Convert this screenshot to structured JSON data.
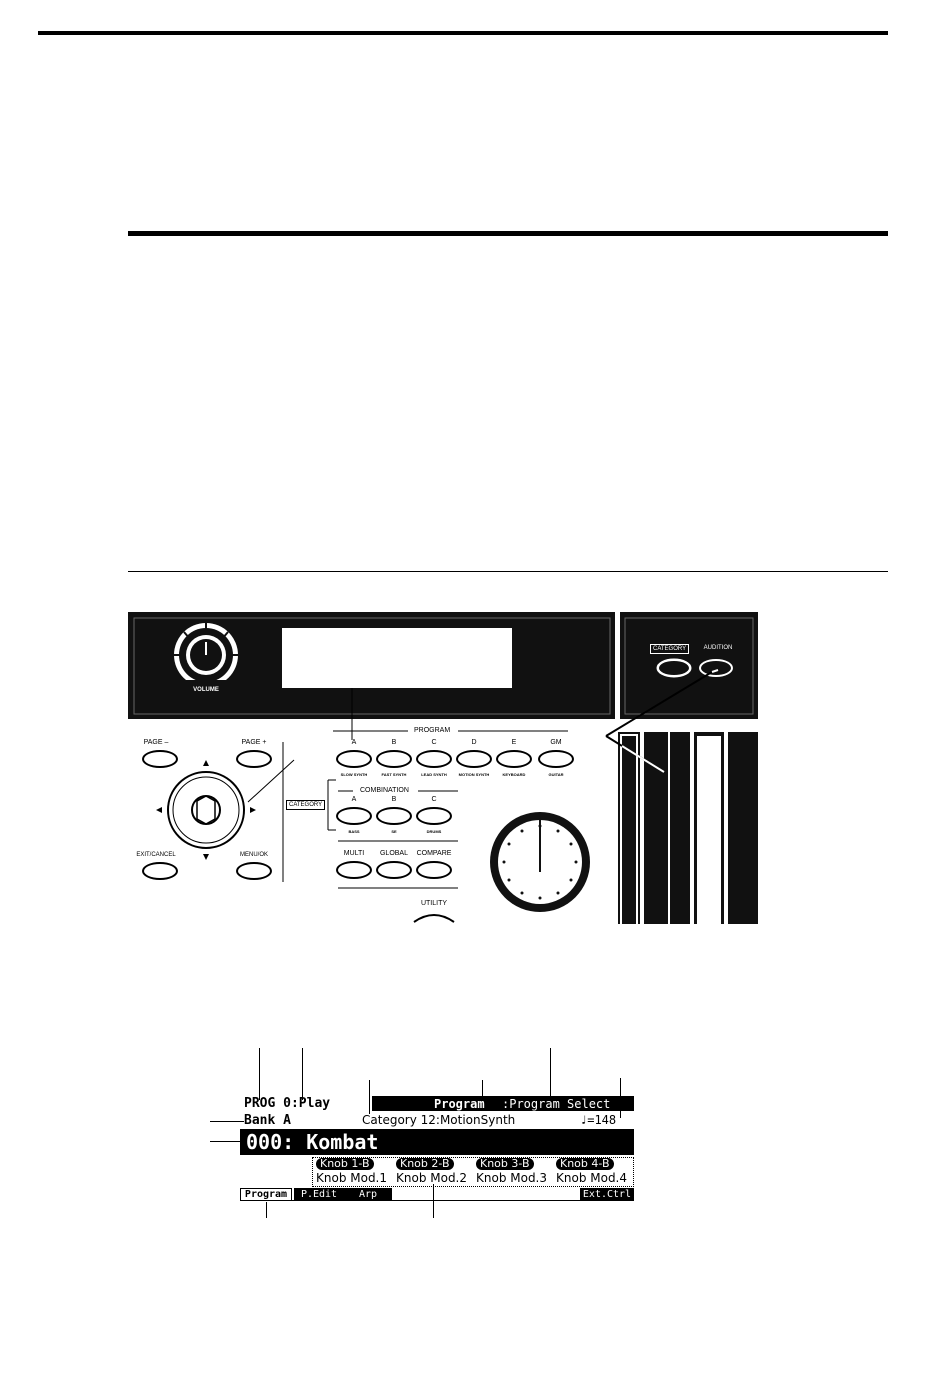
{
  "panel": {
    "volume_label": "VOLUME",
    "category_label": "CATEGORY",
    "audition_label": "AUDITION",
    "program_header": "PROGRAM",
    "combination_header": "COMBINATION",
    "category_side_label": "CATEGORY",
    "page_minus": "PAGE –",
    "page_plus": "PAGE +",
    "exit_cancel": "EXIT/CANCEL",
    "menu_ok": "MENU/OK",
    "program_buttons": [
      {
        "label": "A",
        "sub": "SLOW SYNTH"
      },
      {
        "label": "B",
        "sub": "FAST SYNTH"
      },
      {
        "label": "C",
        "sub": "LEAD SYNTH"
      },
      {
        "label": "D",
        "sub": "MOTION SYNTH"
      },
      {
        "label": "E",
        "sub": "KEYBOARD"
      },
      {
        "label": "GM",
        "sub": "GUITAR"
      }
    ],
    "combination_buttons": [
      {
        "label": "A",
        "sub": "BASS"
      },
      {
        "label": "B",
        "sub": "SE"
      },
      {
        "label": "C",
        "sub": "DRUMS"
      }
    ],
    "mode_buttons": [
      "MULTI",
      "GLOBAL",
      "COMPARE"
    ],
    "utility": "UTILITY"
  },
  "lcd": {
    "mode": "PROG 0:Play",
    "page_bold": "Program",
    "page_rest": ":Program Select",
    "bank": "Bank A",
    "category": "Category 12:MotionSynth",
    "tempo": "♩=148",
    "program": "000: Kombat",
    "knobs": [
      {
        "header": "Knob 1-B",
        "value": "Knob Mod.1"
      },
      {
        "header": "Knob 2-B",
        "value": "Knob Mod.2"
      },
      {
        "header": "Knob 3-B",
        "value": "Knob Mod.3"
      },
      {
        "header": "Knob 4-B",
        "value": "Knob Mod.4"
      }
    ],
    "tabs": [
      "Program",
      "P.Edit",
      "Arp",
      "Ext.Ctrl"
    ]
  }
}
